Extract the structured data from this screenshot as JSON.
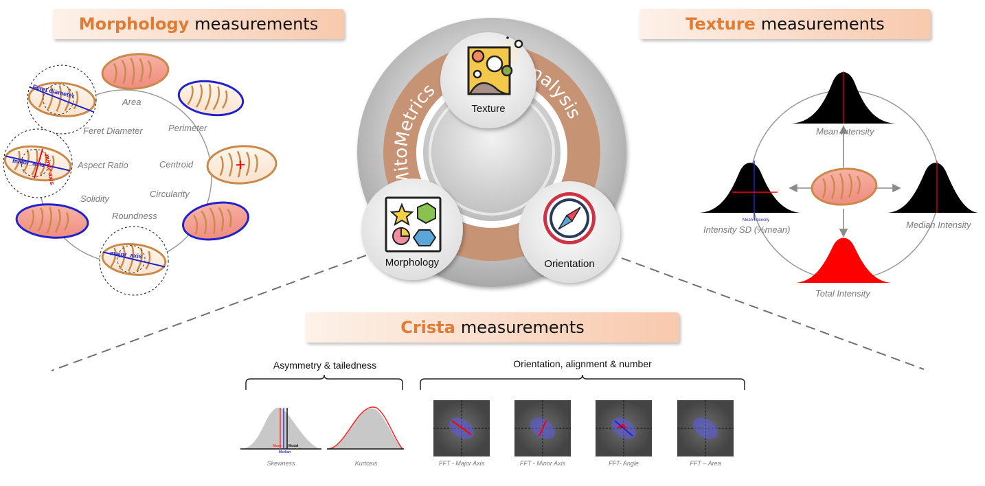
{
  "banners": {
    "morphology": {
      "highlight": "Morphology",
      "rest": "measurements"
    },
    "texture": {
      "highlight": "Texture",
      "rest": "measurements"
    },
    "crista": {
      "highlight": "Crista",
      "rest": "measurements"
    }
  },
  "center": {
    "ring_left": "MitoMetrics",
    "ring_right": "Analysis",
    "nodes": [
      "Texture",
      "Morphology",
      "Orientation"
    ]
  },
  "morphology_labels": [
    "Area",
    "Perimeter",
    "Feret Diameter",
    "Aspect Ratio",
    "Centroid",
    "Circularity",
    "Solidity",
    "Roundness"
  ],
  "morphology_annotations": {
    "feret": "Feret diameter",
    "major": "major_axis",
    "minor": "minor axis",
    "major2": "major_axis"
  },
  "texture_labels": {
    "mean": "Mean Intensity",
    "median": "Median Intensity",
    "sd": "Intensity SD (%mean)",
    "total": "Total Intensity",
    "sd_mark": "Mean Intensity"
  },
  "crista": {
    "group1_title": "Asymmetry & tailedness",
    "group2_title": "Orientation, alignment & number",
    "skew_marks": {
      "mean": "Mean",
      "median": "Median",
      "modal": "Modal"
    },
    "plots": [
      "Skewness",
      "Kurtosis",
      "FFT - Major Axis",
      "FFT - Minor Axis",
      "FFT- Angle",
      "FFT – Area"
    ]
  },
  "colors": {
    "accent": "#e07b35",
    "mito_fill": "#f4a193",
    "mito_outline": "#c9894a",
    "ring": "#c69374",
    "red": "#ff0000",
    "blue": "#2020c8"
  }
}
